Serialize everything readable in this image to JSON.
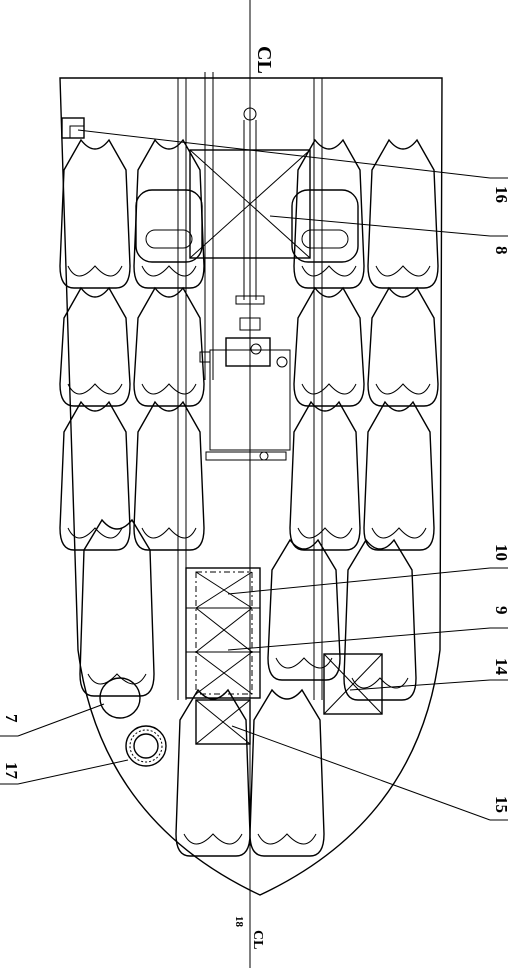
{
  "drawing": {
    "centerline_top": "CL",
    "centerline_bottom": "CL",
    "station_mark": "18",
    "callouts": [
      "16",
      "8",
      "10",
      "9",
      "14",
      "15",
      "7",
      "17"
    ]
  }
}
